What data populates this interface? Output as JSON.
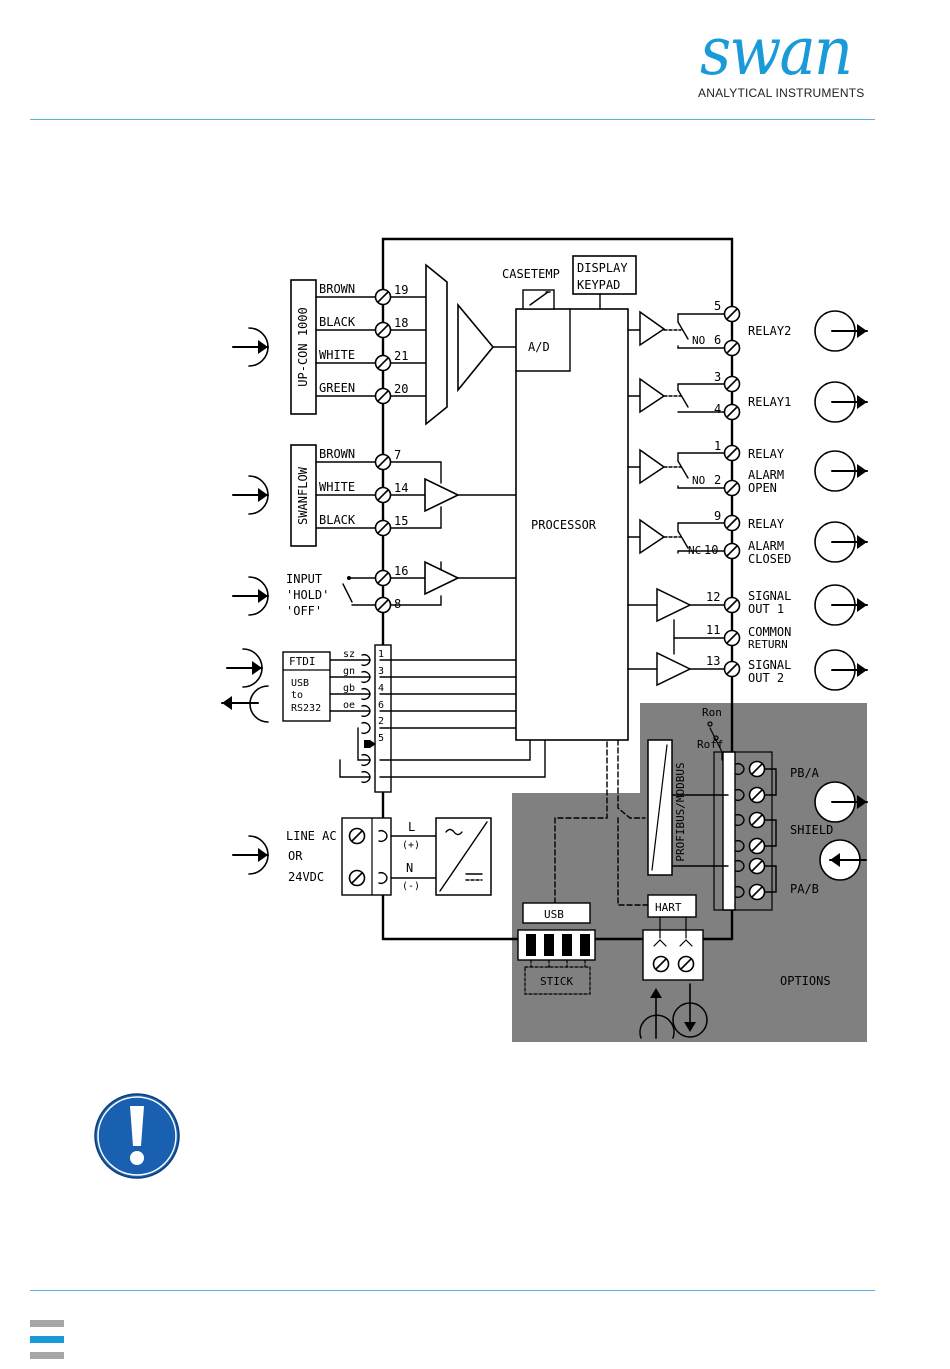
{
  "header": {
    "brand": "swan",
    "tagline": "ANALYTICAL INSTRUMENTS"
  },
  "diagram": {
    "blocks": {
      "up_con": "UP-CON 1000",
      "swanflow": "SWANFLOW",
      "processor": "PROCESSOR",
      "ad": "A/D",
      "casetemp": "CASETEMP",
      "display": "DISPLAY",
      "keypad": "KEYPAD",
      "ftdi": "FTDI",
      "usb_rs232": [
        "USB",
        "to",
        "RS232"
      ],
      "profibus": "PROFIBUS/MODBUS",
      "usb": "USB",
      "stick": "STICK",
      "hart": "HART",
      "options": "OPTIONS"
    },
    "wires": {
      "up_con": [
        "BROWN",
        "BLACK",
        "WHITE",
        "GREEN"
      ],
      "swanflow": [
        "BROWN",
        "WHITE",
        "BLACK"
      ],
      "usb_wires": [
        "sz",
        "gn",
        "gb",
        "oe"
      ]
    },
    "terminals": {
      "up_con": [
        "19",
        "18",
        "21",
        "20"
      ],
      "swanflow": [
        "7",
        "14",
        "15"
      ],
      "input": [
        "16",
        "8"
      ],
      "serial": [
        "1",
        "3",
        "4",
        "6",
        "2",
        "5"
      ],
      "relay2": [
        "5",
        "6"
      ],
      "relay1": [
        "3",
        "4"
      ],
      "alarm_open": [
        "1",
        "2"
      ],
      "alarm_closed": [
        "9",
        "10"
      ],
      "signal": [
        "12",
        "11",
        "13"
      ]
    },
    "contact_marks": {
      "no6": "NO",
      "no2": "NO",
      "nc10": "NC"
    },
    "input_label": [
      "INPUT",
      "'HOLD'",
      "'OFF'"
    ],
    "line_label": [
      "LINE AC",
      "OR",
      "24VDC"
    ],
    "power": {
      "l": "L",
      "l_sign": "(+)",
      "n": "N",
      "n_sign": "(-)"
    },
    "outputs": {
      "relay2": "RELAY2",
      "relay1": "RELAY1",
      "alarm_open": [
        "RELAY",
        "ALARM",
        "OPEN"
      ],
      "alarm_closed": [
        "RELAY",
        "ALARM",
        "CLOSED"
      ],
      "signal1": [
        "SIGNAL",
        "OUT 1"
      ],
      "common": [
        "COMMON",
        "RETURN"
      ],
      "signal2": [
        "SIGNAL",
        "OUT 2"
      ]
    },
    "bus": {
      "ron": "Ron",
      "roff": "Roff",
      "pba": "PB/A",
      "shield": "SHIELD",
      "pab": "PA/B"
    }
  },
  "colors": {
    "brand": "#1a9ad6",
    "rule": "#5bb3dd",
    "options_bg": "#808080",
    "warning": "#1a60b0",
    "footer_gray": "#a6a6a6",
    "footer_blue": "#1a9ad6"
  },
  "icons": {
    "warning": "exclamation-circle-icon",
    "input_arrow": "input-arrow-icon",
    "output_arrow": "output-arrow-icon"
  }
}
